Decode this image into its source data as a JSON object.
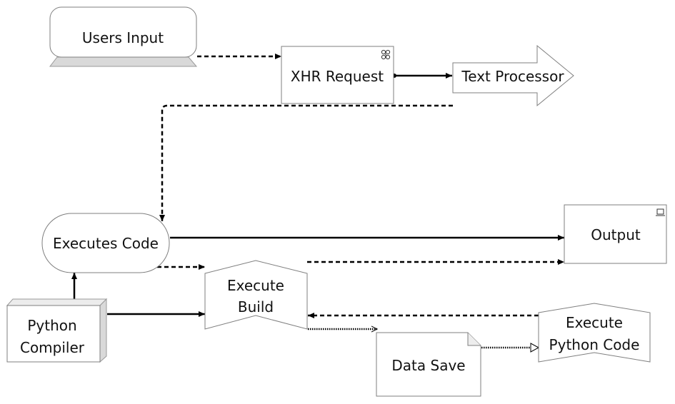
{
  "diagram": {
    "nodes": {
      "users_input": {
        "label": "Users Input"
      },
      "xhr_request": {
        "label": "XHR Request"
      },
      "text_processor": {
        "label": "Text Processor"
      },
      "executes_code": {
        "label": "Executes Code"
      },
      "output": {
        "label": "Output"
      },
      "execute_build": {
        "line1": "Execute",
        "line2": "Build"
      },
      "python_compiler": {
        "line1": "Python",
        "line2": "Compiler"
      },
      "data_save": {
        "label": "Data Save"
      },
      "execute_python_code": {
        "line1": "Execute",
        "line2": "Python Code"
      }
    },
    "colors": {
      "stroke": "#7f7f7f",
      "line": "#000000",
      "shadow": "#d9d9d9",
      "text": "#111111"
    }
  }
}
